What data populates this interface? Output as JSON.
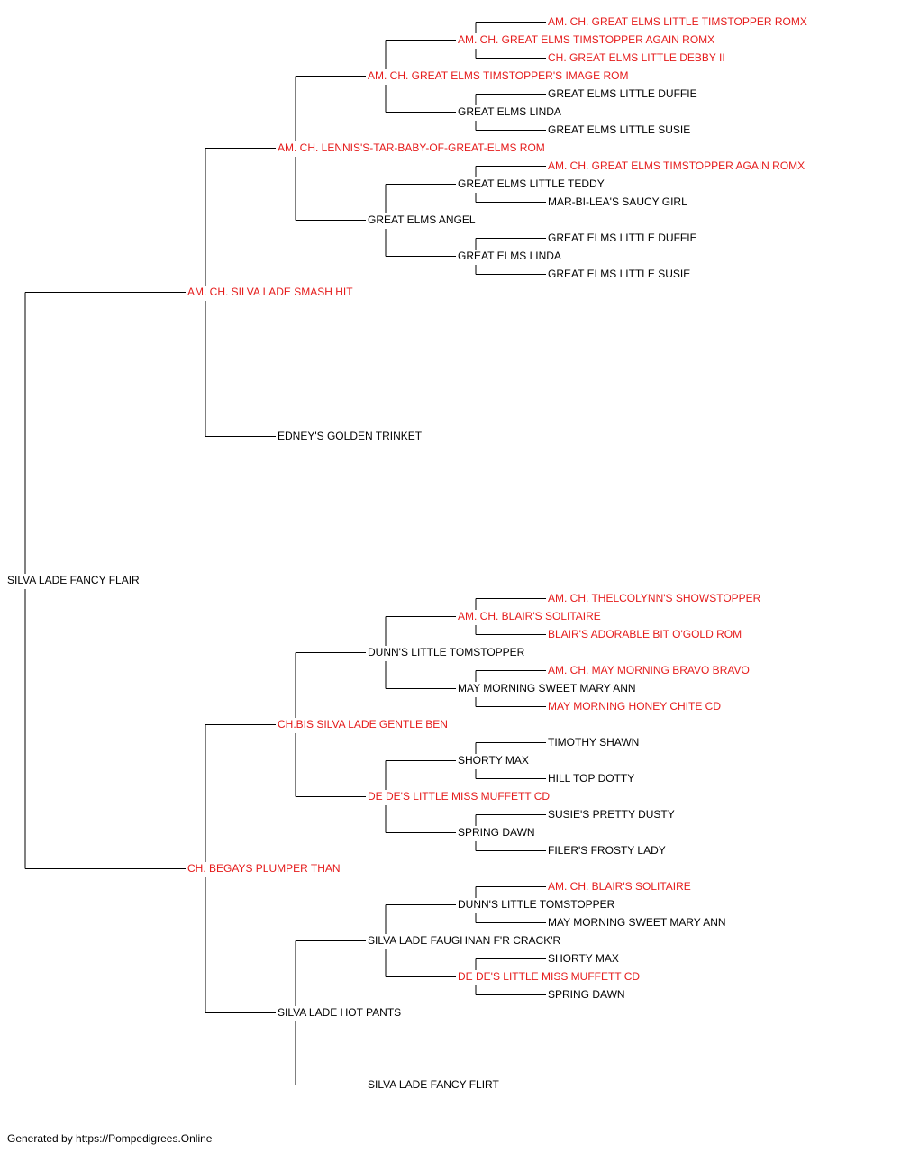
{
  "colors": {
    "champion": "#e51b1b",
    "normal": "#000000",
    "line": "#000000"
  },
  "tree": {
    "name": "SILVA LADE FANCY FLAIR",
    "champion": false,
    "children": [
      {
        "name": "AM. CH. SILVA LADE SMASH HIT",
        "champion": true,
        "children": [
          {
            "name": "AM. CH. LENNIS'S-TAR-BABY-OF-GREAT-ELMS ROM",
            "champion": true,
            "children": [
              {
                "name": "AM. CH. GREAT ELMS TIMSTOPPER'S IMAGE ROM",
                "champion": true,
                "children": [
                  {
                    "name": "AM. CH. GREAT ELMS TIMSTOPPER AGAIN ROMX",
                    "champion": true,
                    "children": [
                      {
                        "name": "AM. CH. GREAT ELMS LITTLE TIMSTOPPER ROMX",
                        "champion": true
                      },
                      {
                        "name": "CH. GREAT ELMS LITTLE DEBBY II",
                        "champion": true
                      }
                    ]
                  },
                  {
                    "name": "GREAT ELMS LINDA",
                    "champion": false,
                    "children": [
                      {
                        "name": "GREAT ELMS LITTLE DUFFIE",
                        "champion": false
                      },
                      {
                        "name": "GREAT ELMS LITTLE SUSIE",
                        "champion": false
                      }
                    ]
                  }
                ]
              },
              {
                "name": "GREAT ELMS ANGEL",
                "champion": false,
                "children": [
                  {
                    "name": "GREAT ELMS LITTLE TEDDY",
                    "champion": false,
                    "children": [
                      {
                        "name": "AM. CH. GREAT ELMS TIMSTOPPER AGAIN ROMX",
                        "champion": true
                      },
                      {
                        "name": "MAR-BI-LEA'S SAUCY GIRL",
                        "champion": false
                      }
                    ]
                  },
                  {
                    "name": "GREAT ELMS LINDA",
                    "champion": false,
                    "children": [
                      {
                        "name": "GREAT ELMS LITTLE DUFFIE",
                        "champion": false
                      },
                      {
                        "name": "GREAT ELMS LITTLE SUSIE",
                        "champion": false
                      }
                    ]
                  }
                ]
              }
            ]
          },
          {
            "name": "EDNEY'S GOLDEN TRINKET",
            "champion": false
          }
        ]
      },
      {
        "name": "CH. BEGAYS PLUMPER THAN",
        "champion": true,
        "children": [
          {
            "name": "CH.BIS SILVA LADE GENTLE BEN",
            "champion": true,
            "children": [
              {
                "name": "DUNN'S LITTLE TOMSTOPPER",
                "champion": false,
                "children": [
                  {
                    "name": "AM. CH. BLAIR'S SOLITAIRE",
                    "champion": true,
                    "children": [
                      {
                        "name": "AM. CH. THELCOLYNN'S SHOWSTOPPER",
                        "champion": true
                      },
                      {
                        "name": "BLAIR'S ADORABLE BIT O'GOLD ROM",
                        "champion": true
                      }
                    ]
                  },
                  {
                    "name": "MAY MORNING SWEET MARY ANN",
                    "champion": false,
                    "children": [
                      {
                        "name": "AM. CH. MAY MORNING BRAVO BRAVO",
                        "champion": true
                      },
                      {
                        "name": "MAY MORNING HONEY CHITE CD",
                        "champion": true
                      }
                    ]
                  }
                ]
              },
              {
                "name": "DE DE'S LITTLE MISS MUFFETT CD",
                "champion": true,
                "children": [
                  {
                    "name": "SHORTY MAX",
                    "champion": false,
                    "children": [
                      {
                        "name": "TIMOTHY SHAWN",
                        "champion": false
                      },
                      {
                        "name": "HILL TOP DOTTY",
                        "champion": false
                      }
                    ]
                  },
                  {
                    "name": "SPRING DAWN",
                    "champion": false,
                    "children": [
                      {
                        "name": "SUSIE'S PRETTY DUSTY",
                        "champion": false
                      },
                      {
                        "name": "FILER'S FROSTY LADY",
                        "champion": false
                      }
                    ]
                  }
                ]
              }
            ]
          },
          {
            "name": "SILVA LADE HOT PANTS",
            "champion": false,
            "children": [
              {
                "name": "SILVA LADE FAUGHNAN F'R CRACK'R",
                "champion": false,
                "children": [
                  {
                    "name": "DUNN'S LITTLE TOMSTOPPER",
                    "champion": false,
                    "children": [
                      {
                        "name": "AM. CH. BLAIR'S SOLITAIRE",
                        "champion": true
                      },
                      {
                        "name": "MAY MORNING SWEET MARY ANN",
                        "champion": false
                      }
                    ]
                  },
                  {
                    "name": "DE DE'S LITTLE MISS MUFFETT CD",
                    "champion": true,
                    "children": [
                      {
                        "name": "SHORTY MAX",
                        "champion": false
                      },
                      {
                        "name": "SPRING DAWN",
                        "champion": false
                      }
                    ]
                  }
                ]
              },
              {
                "name": "SILVA LADE FANCY FLIRT",
                "champion": false
              }
            ]
          }
        ]
      }
    ]
  },
  "footer": {
    "text": "Generated by https://Pompedigrees.Online"
  }
}
